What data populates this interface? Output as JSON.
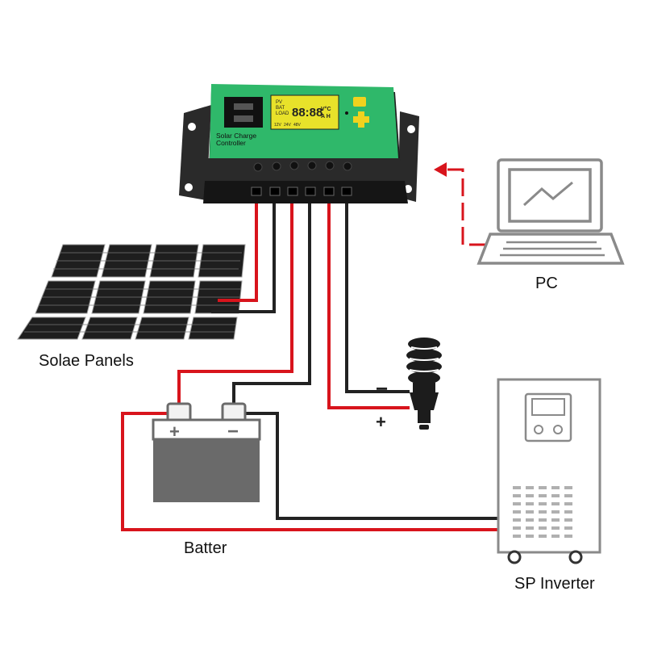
{
  "controller": {
    "title_line1": "Solar Charge",
    "title_line2": "Controller",
    "lcd_units_1": "V°C",
    "lcd_units_2": "A H",
    "lcd_digits": "88:88",
    "lcd_volts": [
      "12V",
      "24V",
      "48V"
    ],
    "lcd_tags": [
      "PV",
      "BAT",
      "LOAD"
    ]
  },
  "labels": {
    "panels": "Solae Panels",
    "battery": "Batter",
    "pc": "PC",
    "inverter": "SP Inverter",
    "battery_plus": "+",
    "battery_minus": "−",
    "load_minus": "−",
    "load_plus": "+"
  },
  "colors": {
    "accent_green": "#2fb86a",
    "wire_red": "#d8141c",
    "wire_black": "#222222",
    "device_gray": "#8a8a8a",
    "battery_fill": "#6a6a6a",
    "lcd_yellow": "#e8e22a"
  },
  "icons": [
    "solar-panel-icon",
    "battery-icon",
    "bulb-icon",
    "laptop-icon",
    "inverter-icon",
    "usb-port-icon"
  ]
}
